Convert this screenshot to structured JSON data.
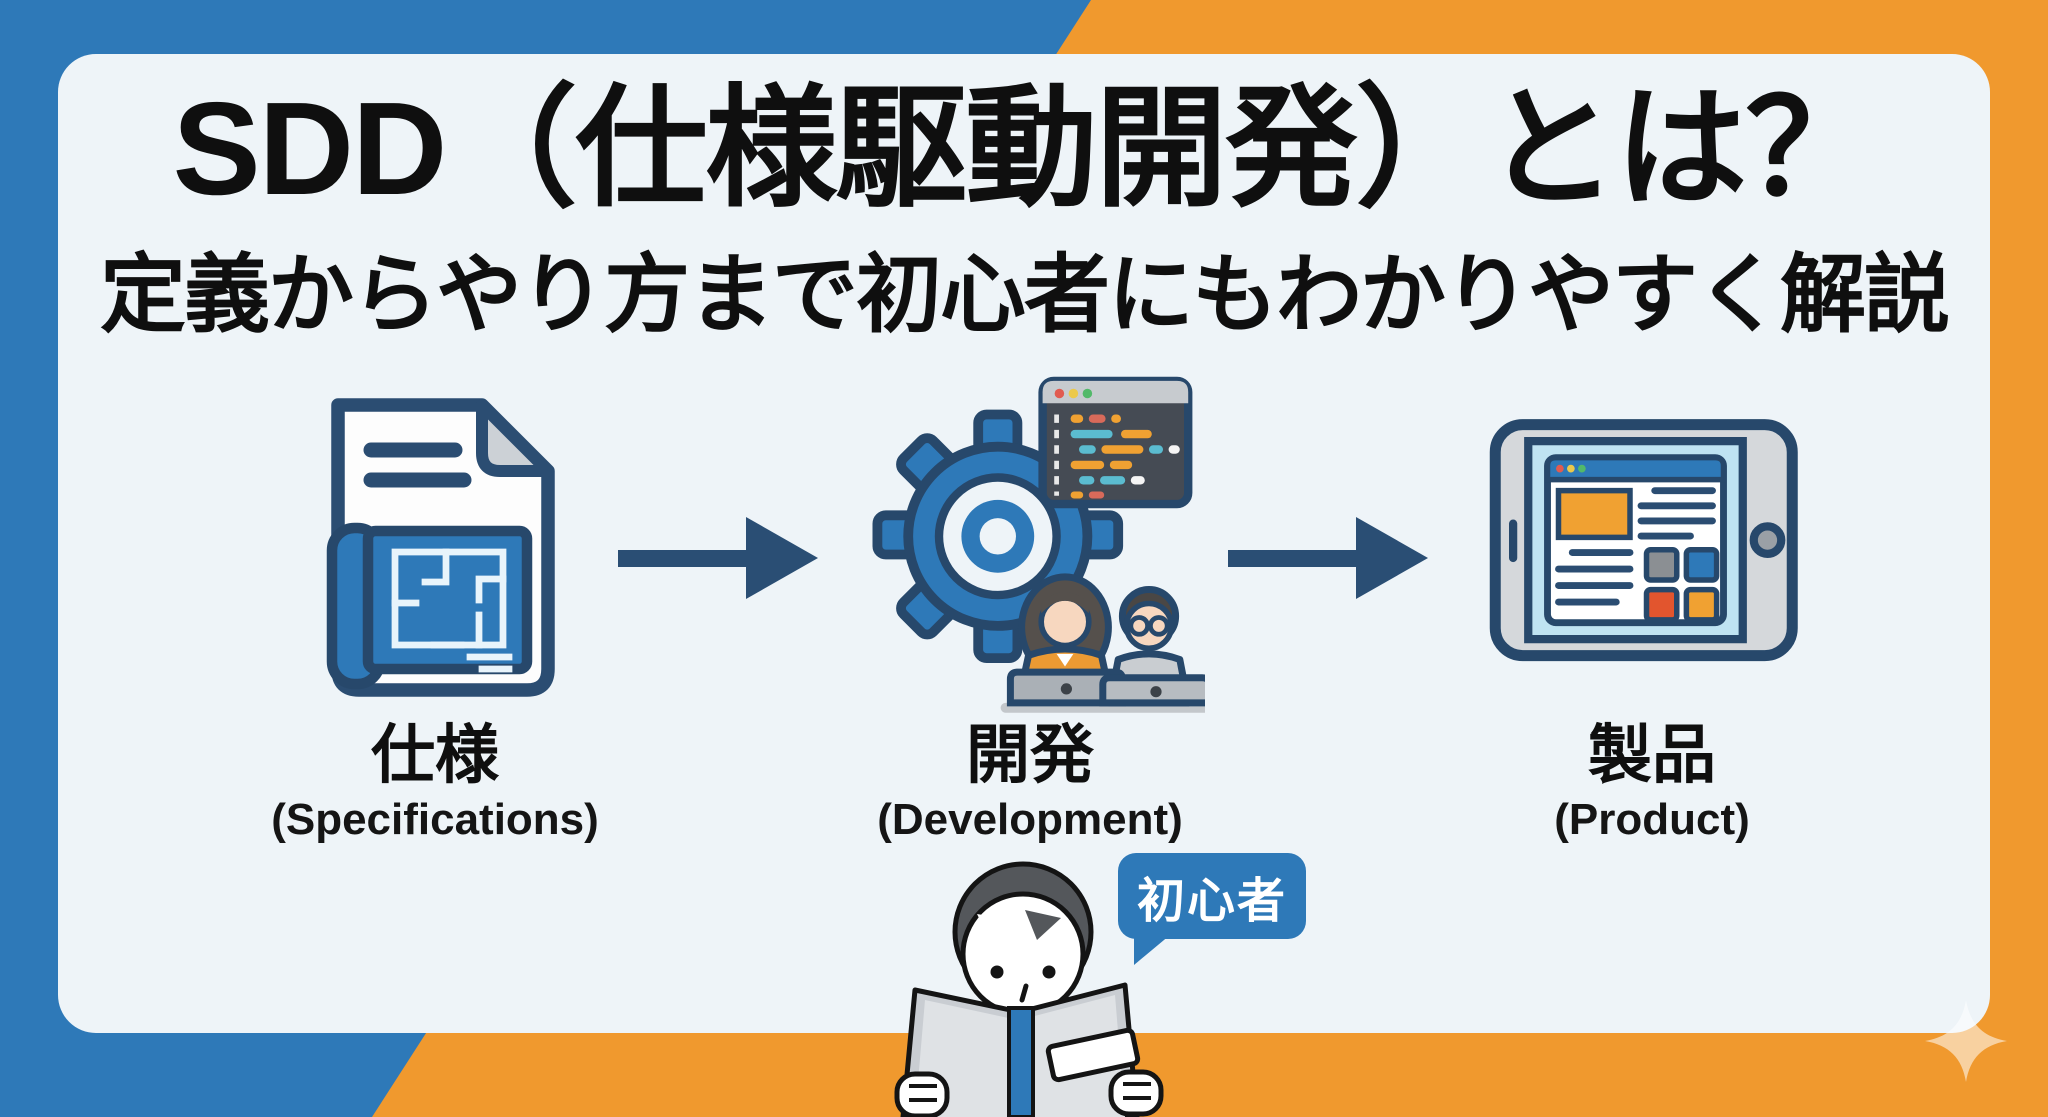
{
  "header": {
    "title": "SDD（仕様駆動開発）とは？",
    "subtitle": "定義からやり方まで初心者にもわかりやすく解説"
  },
  "steps": [
    {
      "label_ja": "仕様",
      "label_en": "(Specifications)",
      "icon": "blueprint-document-icon"
    },
    {
      "label_ja": "開発",
      "label_en": "(Development)",
      "icon": "gear-developers-icon"
    },
    {
      "label_ja": "製品",
      "label_en": "(Product)",
      "icon": "tablet-product-icon"
    }
  ],
  "beginner_badge": {
    "label": "初心者"
  },
  "colors": {
    "background_blue": "#2e79b8",
    "background_orange": "#f0992e",
    "panel": "#eef4f8",
    "accent_navy": "#2a4e74",
    "text": "#0f0f0f",
    "badge_blue": "#2e79b8"
  }
}
